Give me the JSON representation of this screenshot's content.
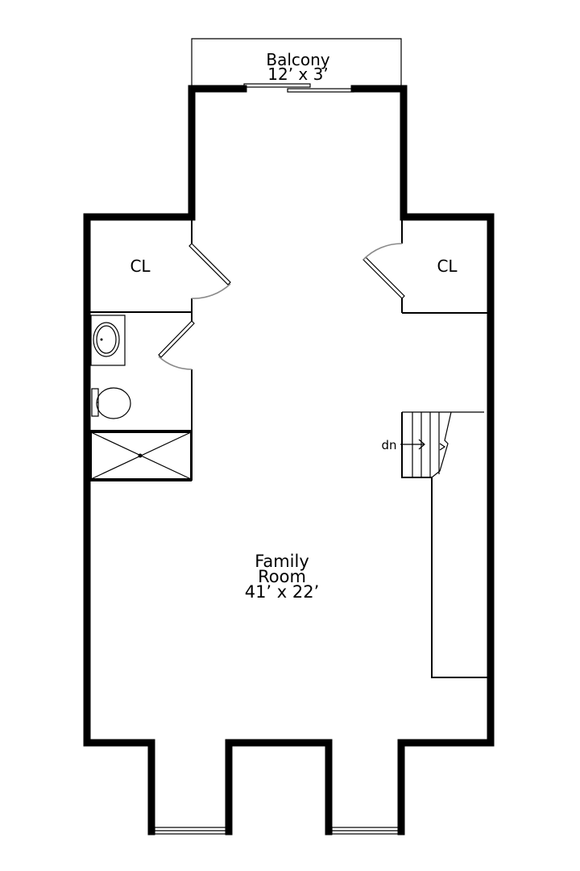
{
  "rooms": {
    "balcony": {
      "name": "Balcony",
      "dims": "12’ x 3’"
    },
    "closet_left": {
      "name": "CL"
    },
    "closet_right": {
      "name": "CL"
    },
    "family_room": {
      "line1": "Family",
      "line2": "Room",
      "dims": "41’ x 22’"
    }
  },
  "stairs": {
    "direction_label": "dn"
  }
}
